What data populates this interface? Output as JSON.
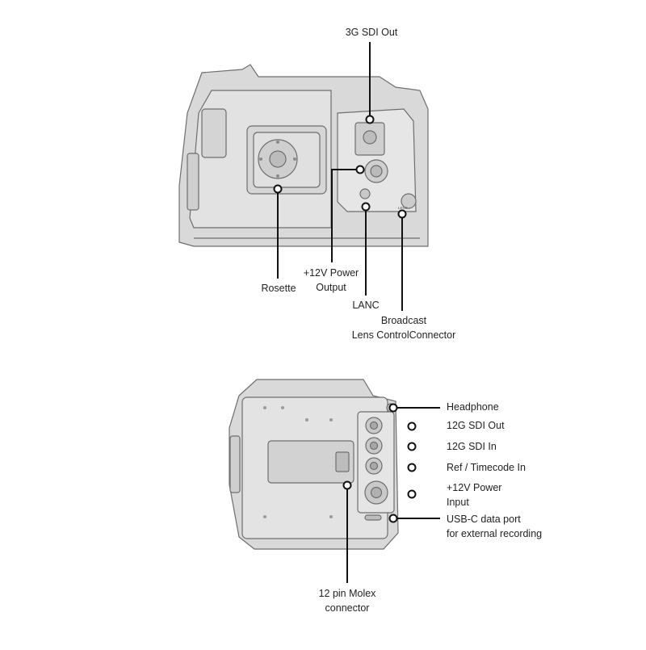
{
  "colors": {
    "body_fill": "#d9d9d9",
    "panel_fill": "#e4e4e4",
    "outline": "#6e6e6e",
    "dark": "#555555",
    "leader": "#111111",
    "text": "#222222"
  },
  "top_view": {
    "callouts": [
      {
        "id": "sdi3g",
        "lines": [
          "3G SDI Out"
        ]
      },
      {
        "id": "rosette",
        "lines": [
          "Rosette"
        ]
      },
      {
        "id": "power12out",
        "lines": [
          "+12V Power",
          "Output"
        ]
      },
      {
        "id": "lanc",
        "lines": [
          "LANC"
        ]
      },
      {
        "id": "broadcast",
        "lines": [
          "Broadcast",
          "Lens ControlConnector"
        ]
      }
    ],
    "marking": "LENS"
  },
  "bottom_view": {
    "callouts": [
      {
        "id": "headphone",
        "lines": [
          "Headphone"
        ]
      },
      {
        "id": "sdi12out",
        "lines": [
          "12G SDI Out"
        ]
      },
      {
        "id": "sdi12in",
        "lines": [
          "12G SDI In"
        ]
      },
      {
        "id": "reftc",
        "lines": [
          "Ref / Timecode In"
        ]
      },
      {
        "id": "power12in",
        "lines": [
          "+12V Power",
          "Input"
        ]
      },
      {
        "id": "usbc",
        "lines": [
          "USB-C data port",
          "for external recording"
        ]
      },
      {
        "id": "molex",
        "lines": [
          "12 pin Molex",
          "connector"
        ]
      }
    ]
  }
}
